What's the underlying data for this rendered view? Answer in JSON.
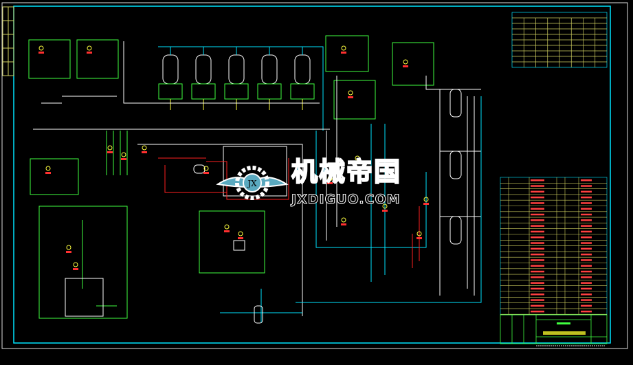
{
  "drawing": {
    "background": "#000000",
    "colors": {
      "frame": "#e0e0e0",
      "border": "#00e5ff",
      "pipe_cyan": "#00e5ff",
      "pipe_white": "#ffffff",
      "pipe_red": "#ff2020",
      "equipment": "#ffff40",
      "instrument": "#40ff40",
      "table": "#d0d060"
    },
    "watermark": {
      "chinese": "机械帝国",
      "latin": "JXDIGUO.COM",
      "emblem_letters": "JX"
    }
  }
}
